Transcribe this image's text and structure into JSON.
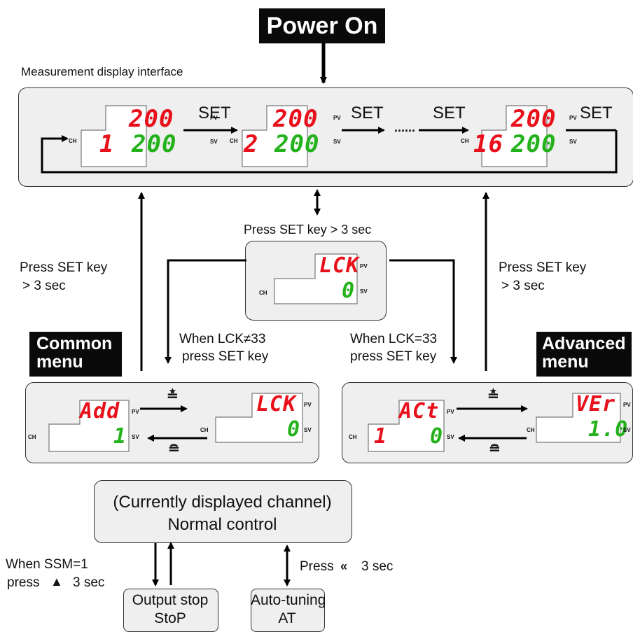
{
  "power_on": "Power On",
  "measurement_title": "Measurement display interface",
  "set_label": "SET",
  "dots": "......",
  "units": {
    "u1": {
      "pv": "200",
      "ch": "1",
      "sv": "200"
    },
    "u2": {
      "pv": "200",
      "ch": "2",
      "sv": "200"
    },
    "u3": {
      "pv": "200",
      "ch": "16",
      "sv": "200"
    },
    "lock": {
      "pv": "LCK",
      "sv": "0"
    },
    "addr": {
      "pv": "Add",
      "sv": "1"
    },
    "lck2": {
      "pv": "LCK",
      "sv": "0"
    },
    "act": {
      "pv": "ACt",
      "ch": "1",
      "sv": "0"
    },
    "ver": {
      "pv": "VEr",
      "sv": "1.0"
    }
  },
  "unit_labels": {
    "pv": "PV",
    "sv": "SV",
    "ch": "CH"
  },
  "press_set_3": "Press SET key > 3 sec",
  "left_press": [
    "Press SET key",
    "> 3 sec"
  ],
  "right_press": [
    "Press SET key",
    "> 3 sec"
  ],
  "lck_not": [
    "When LCK≠33",
    "press SET key"
  ],
  "lck_eq": [
    "When LCK=33",
    "press SET key"
  ],
  "common_menu": [
    "Common",
    "menu"
  ],
  "advanced_menu": [
    "Advanced",
    "menu"
  ],
  "normal_box": [
    "(Currently displayed channel)",
    "Normal control"
  ],
  "ssm_text": [
    "When SSM=1",
    "press",
    "3 sec"
  ],
  "press_at": [
    "Press",
    "3 sec"
  ],
  "stop_box": [
    "Output stop",
    "StoP"
  ],
  "at_box": [
    "Auto-tuning",
    "AT"
  ],
  "colors": {
    "red": "#e8111b",
    "green": "#24b21c",
    "panel": "#efefef",
    "ghost": "#d6dde3"
  }
}
